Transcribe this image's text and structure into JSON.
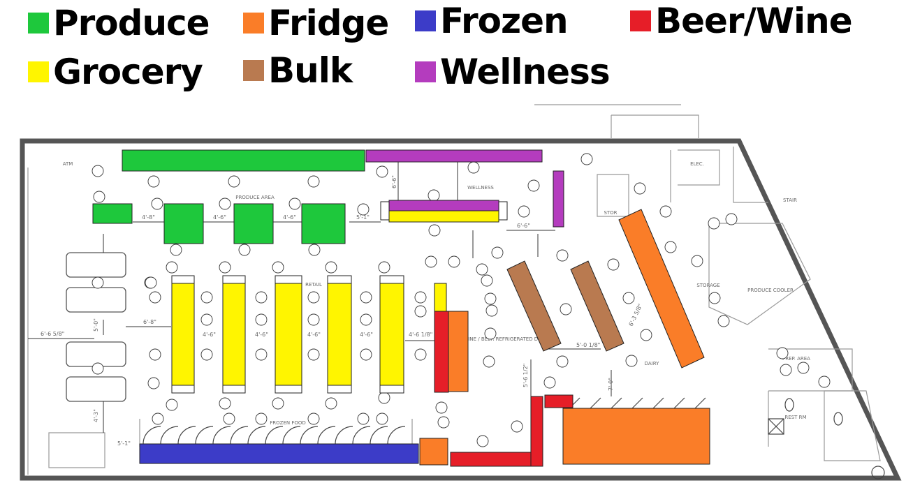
{
  "legend": [
    {
      "key": "produce",
      "label": "Produce",
      "color": "#1ec83c"
    },
    {
      "key": "fridge",
      "label": "Fridge",
      "color": "#fa7d28"
    },
    {
      "key": "frozen",
      "label": "Frozen",
      "color": "#3c3cc8"
    },
    {
      "key": "beer_wine",
      "label": "Beer/Wine",
      "color": "#e61e28"
    },
    {
      "key": "grocery",
      "label": "Grocery",
      "color": "#fff500"
    },
    {
      "key": "bulk",
      "label": "Bulk",
      "color": "#b97a50"
    },
    {
      "key": "wellness",
      "label": "Wellness",
      "color": "#b43cbe"
    }
  ],
  "rooms": {
    "produce": "PRODUCE AREA",
    "wellness": "WELLNESS",
    "retail": "RETAIL",
    "wine_beer": "WINE / BEER REFRIGERATED DELI",
    "frozen_food": "FROZEN FOOD",
    "dairy": "DAIRY",
    "storage": "STORAGE",
    "produce_cooler": "PRODUCE COOLER",
    "elec": "ELEC.",
    "stair": "STAIR",
    "prep_area": "PREP. AREA",
    "restroom": "REST RM",
    "storage_small": "STOR",
    "atm": "ATM"
  },
  "dims": {
    "d1": "6'-6 5/8\"",
    "d2": "6'-8\"",
    "d3": "4'-8\"",
    "d4": "4'-6\"",
    "d5": "5'-1\"",
    "d6": "6'-6\"",
    "d7": "4'-6 1/8\"",
    "d8": "6'-3 5/8\"",
    "d9": "5'-0 1/8\"",
    "d10": "5'-6 1/2\"",
    "d11": "7'-0\"",
    "d12": "4'-3\"",
    "d13": "5'-0\"",
    "d14": "5'-1\""
  }
}
